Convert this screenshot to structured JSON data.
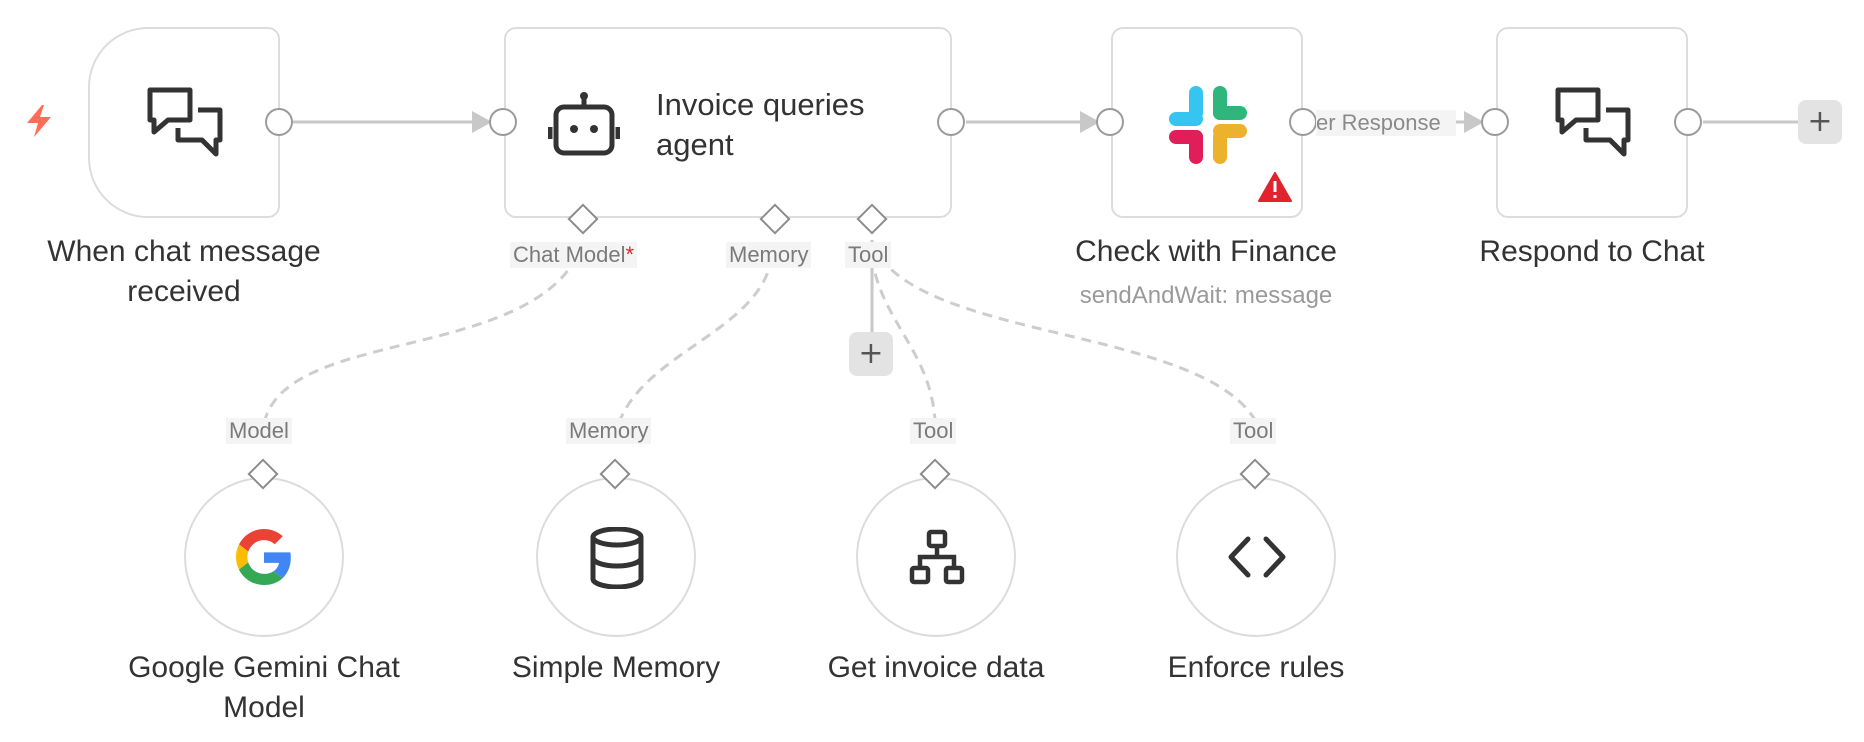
{
  "nodes": {
    "chat_trigger": {
      "title_line1": "When chat message",
      "title_line2": "received",
      "icon": "chat-bubbles-icon",
      "trigger_icon": "lightning-bolt-icon"
    },
    "agent": {
      "title_line1": "Invoice queries",
      "title_line2": "agent",
      "icon": "robot-icon"
    },
    "check_finance": {
      "title": "Check with Finance",
      "subtitle": "sendAndWait: message",
      "icon": "slack-logo-icon",
      "warning_icon": "warning-triangle-icon"
    },
    "respond_chat": {
      "title": "Respond to Chat",
      "icon": "chat-bubbles-icon"
    },
    "gemini": {
      "title_line1": "Google Gemini Chat",
      "title_line2": "Model",
      "icon": "google-g-icon"
    },
    "memory": {
      "title": "Simple Memory",
      "icon": "database-icon"
    },
    "invoice_data": {
      "title": "Get invoice data",
      "icon": "sitemap-icon"
    },
    "rules": {
      "title": "Enforce rules",
      "icon": "code-brackets-icon"
    }
  },
  "ports": {
    "chat_model": "Chat Model",
    "chat_model_required": "*",
    "memory": "Memory",
    "tool": "Tool"
  },
  "sub_ports": {
    "model": "Model",
    "memory": "Memory",
    "tool_1": "Tool",
    "tool_2": "Tool"
  },
  "connections": {
    "finance_to_respond_label": "er Response"
  },
  "buttons": {
    "add_tool": "+",
    "add_next": "+"
  },
  "colors": {
    "accent_trigger": "#ff6d5a",
    "warning": "#e0242f",
    "slack_blue": "#36c5f0",
    "slack_green": "#2eb67d",
    "slack_yellow": "#ecb22e",
    "slack_red": "#e01e5a"
  }
}
